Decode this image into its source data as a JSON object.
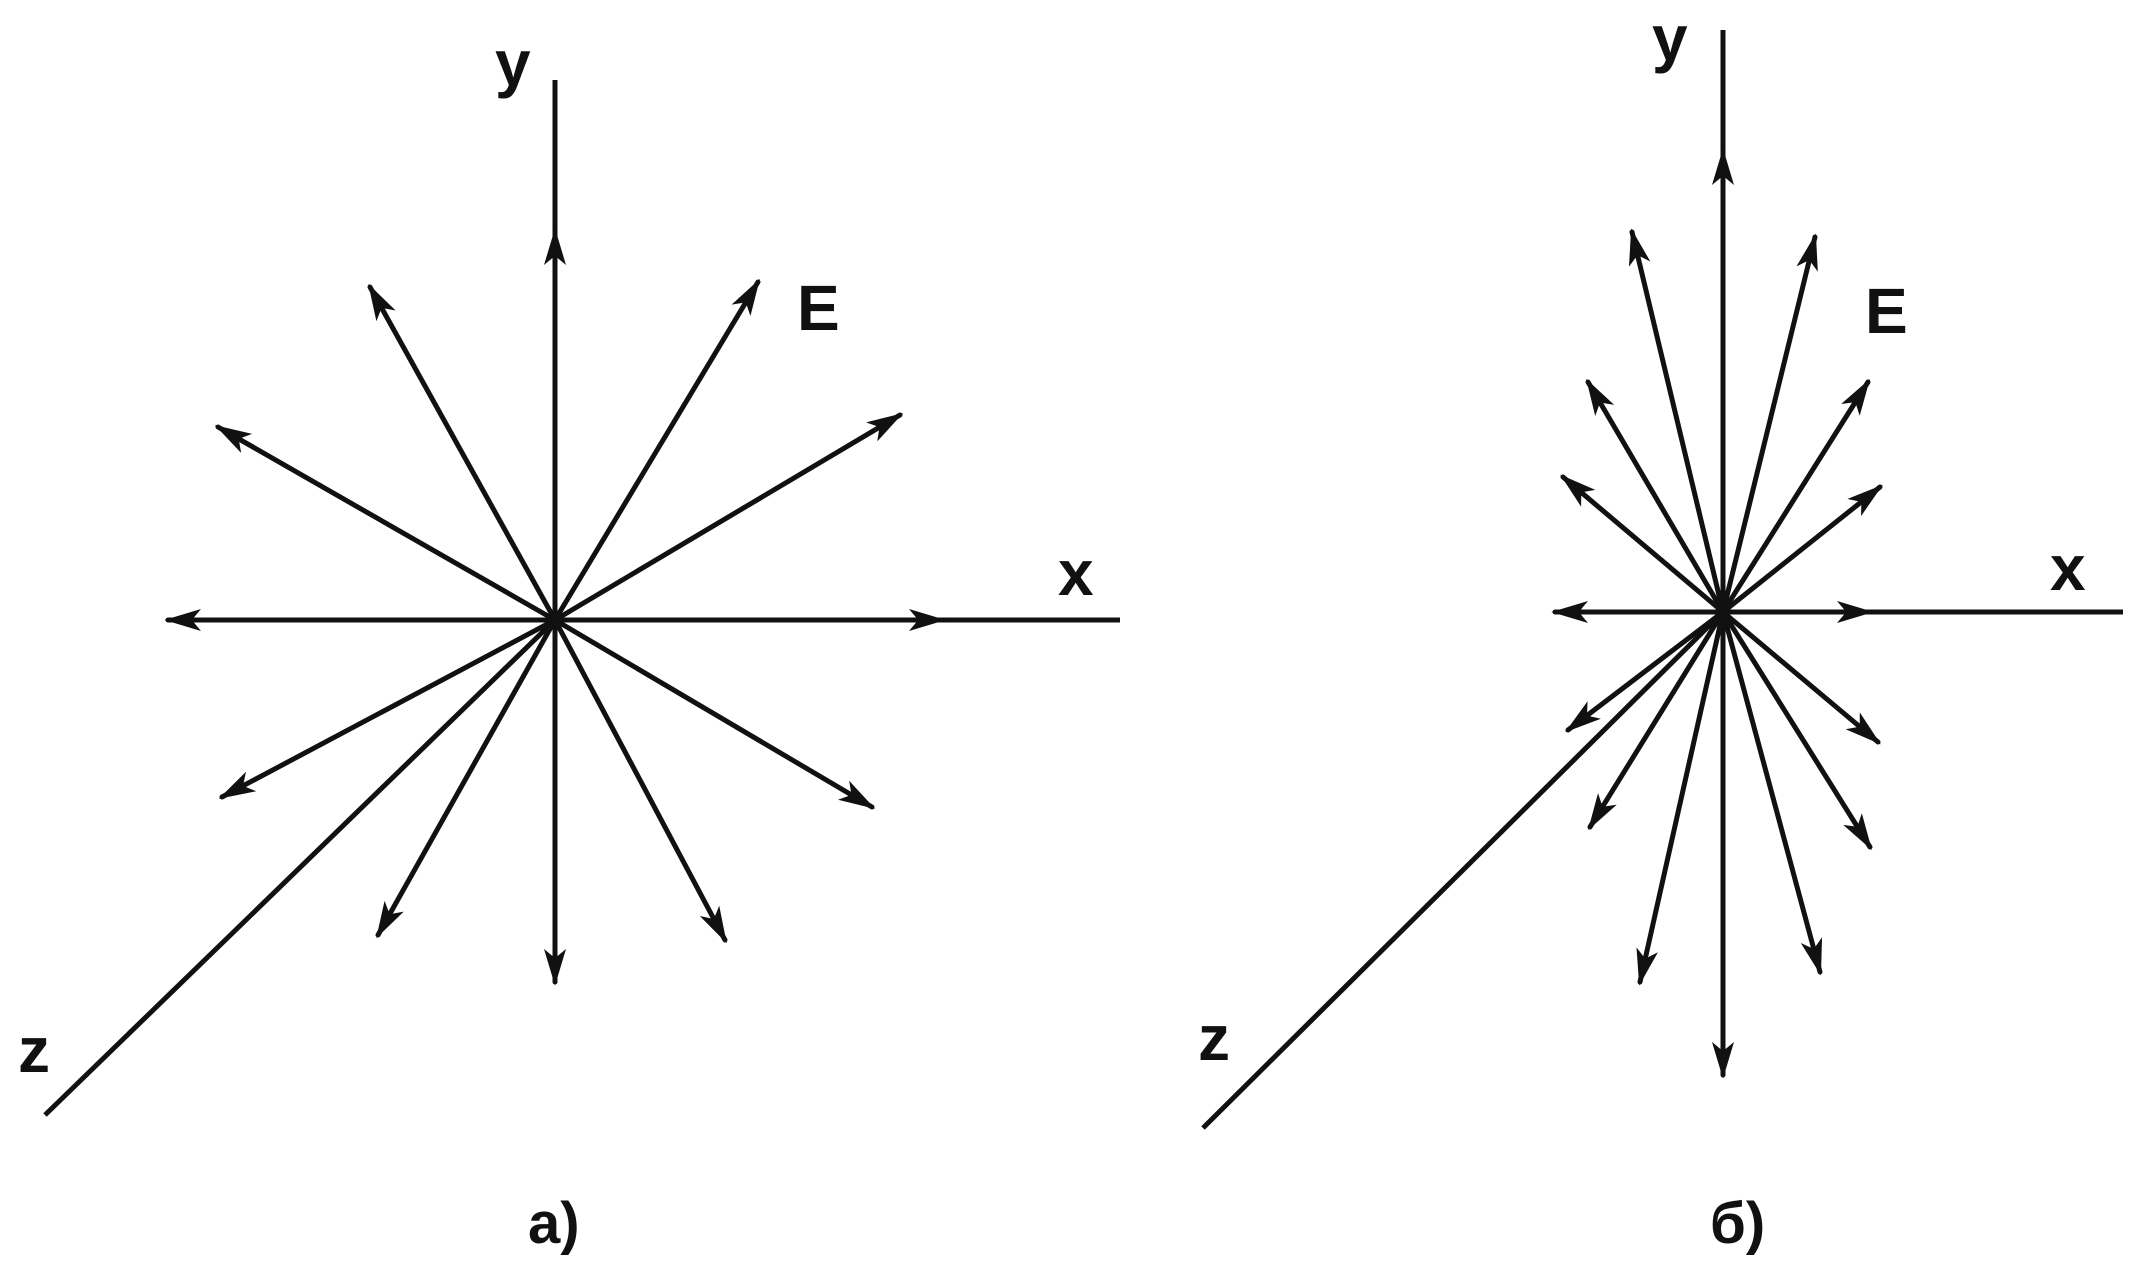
{
  "colors": {
    "ink": "#111111",
    "background": "#ffffff"
  },
  "panels": [
    {
      "id": "a",
      "caption": "а)",
      "labels": {
        "x": "x",
        "y": "y",
        "z": "z",
        "field": "E"
      },
      "field_vectors": 12,
      "distribution": "isotropic"
    },
    {
      "id": "b",
      "caption": "б)",
      "labels": {
        "x": "x",
        "y": "y",
        "z": "z",
        "field": "E"
      },
      "field_vectors": 16,
      "distribution": "concentrated-along-y"
    }
  ]
}
